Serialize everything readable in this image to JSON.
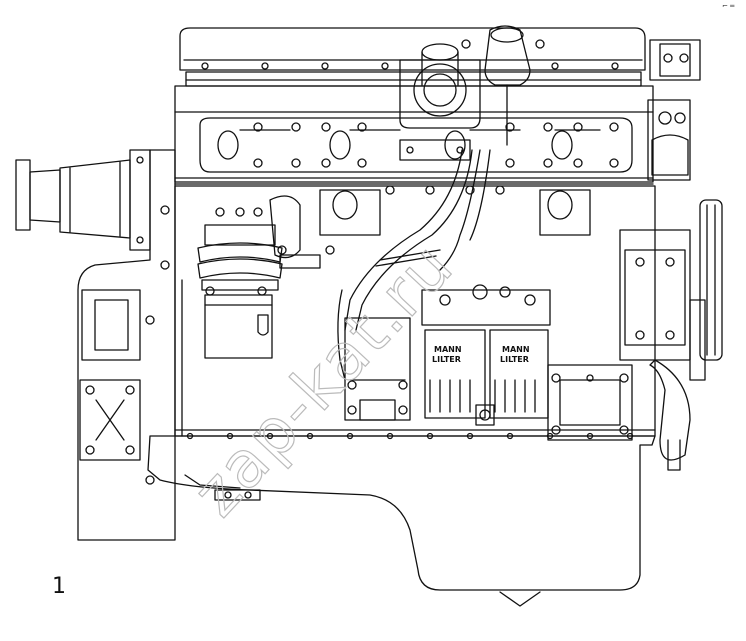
{
  "figure": {
    "number": "1",
    "corner_mark": "⌐ ═",
    "watermark": "zap-kat.ru",
    "filter_label_left_line1": "MANN",
    "filter_label_left_line2": "LILTER",
    "filter_label_right_line1": "MANN",
    "filter_label_right_line2": "LILTER"
  },
  "colors": {
    "line": "#111111",
    "watermark": "#bbbbbb",
    "background": "#ffffff"
  }
}
